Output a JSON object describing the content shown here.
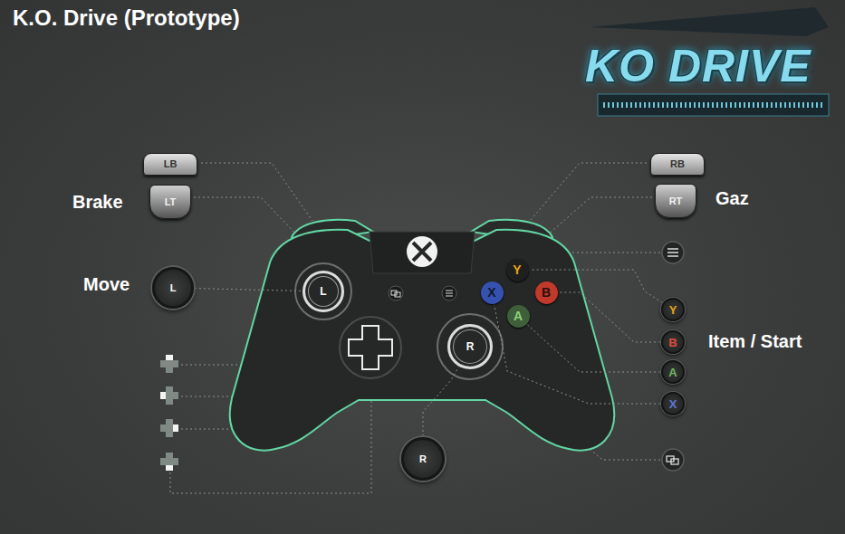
{
  "diagram": {
    "title": "K.O. Drive (Prototype)",
    "nodes": [
      {
        "text": [
          "LB"
        ]
      },
      {
        "text": [
          "RB"
        ]
      },
      {
        "text": [
          "LT"
        ]
      },
      {
        "text": [
          "RT"
        ]
      },
      {
        "text": [
          "L"
        ]
      },
      {
        "text": [
          "L"
        ]
      },
      {
        "text": [
          "Y"
        ]
      },
      {
        "text": [
          "X"
        ]
      },
      {
        "text": [
          "B"
        ]
      },
      {
        "text": [
          "A"
        ]
      },
      {
        "text": [
          "R"
        ]
      },
      {
        "text": [
          "Y"
        ]
      },
      {
        "text": [
          "B"
        ]
      },
      {
        "text": [
          "A"
        ]
      },
      {
        "text": [
          "X"
        ]
      },
      {
        "text": [
          "R"
        ]
      }
    ],
    "edges": [
      {
        "from": 4,
        "to": 5,
        "arrow": "none"
      },
      {
        "from": 11,
        "to": 6,
        "arrow": "none"
      },
      {
        "from": 12,
        "to": 8,
        "arrow": "none"
      },
      {
        "from": 13,
        "to": 9,
        "arrow": "none"
      },
      {
        "from": 14,
        "to": 7,
        "arrow": "none"
      },
      {
        "from": 15,
        "to": 10,
        "arrow": "none"
      }
    ],
    "labels": [
      "Brake",
      "Move",
      "Gaz",
      "Item / Start",
      "KO DRIVE"
    ]
  }
}
